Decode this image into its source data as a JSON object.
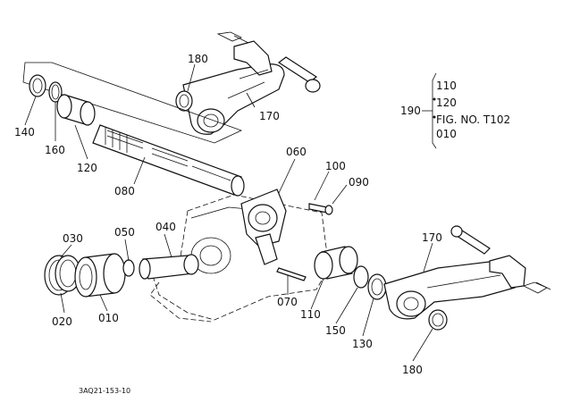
{
  "diagram": {
    "footer_code": "3AQ21-153-10",
    "fig_ref": {
      "items": [
        "110",
        "120",
        "FIG. NO. T102",
        "010"
      ],
      "pointer": "190"
    },
    "part_labels": {
      "p180_top": "180",
      "p170_top": "170",
      "p140": "140",
      "p160": "160",
      "p120": "120",
      "p080": "080",
      "p060": "060",
      "p100": "100",
      "p090": "090",
      "p030": "030",
      "p050": "050",
      "p040": "040",
      "p020": "020",
      "p010": "010",
      "p070": "070",
      "p110": "110",
      "p150": "150",
      "p130": "130",
      "p170_right": "170",
      "p180_bottom": "180"
    }
  }
}
